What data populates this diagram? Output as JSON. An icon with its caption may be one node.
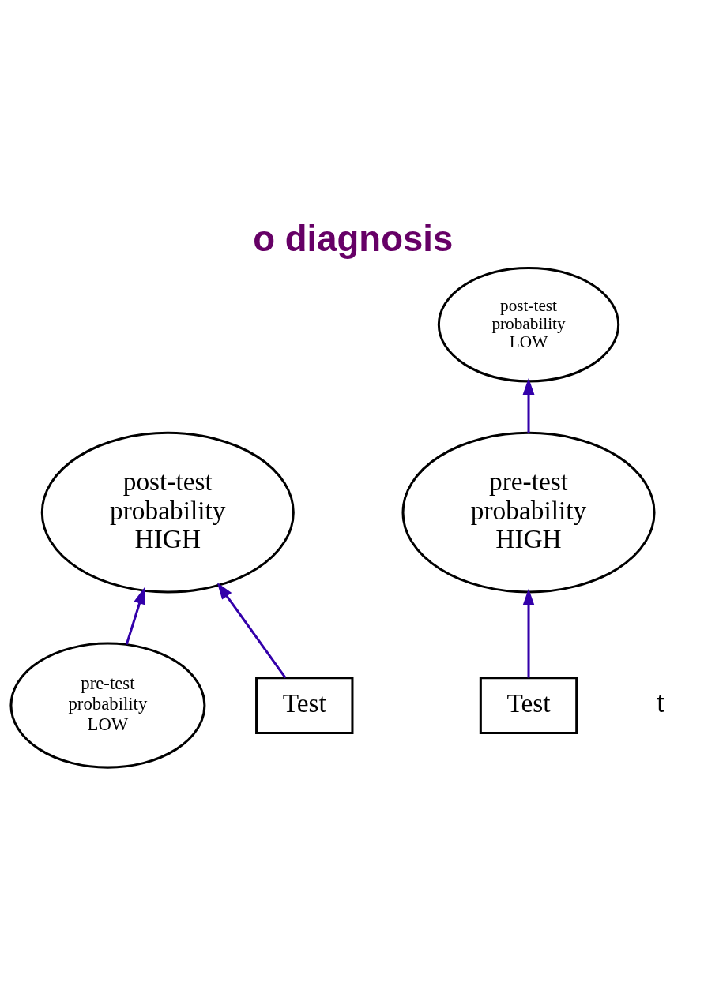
{
  "diagram": {
    "title": "o diagnosis",
    "nodes": [
      {
        "text": [
          "post-test probability HIGH"
        ]
      },
      {
        "text": [
          "pre-test probability LOW"
        ]
      },
      {
        "text": [
          "Test"
        ]
      },
      {
        "text": [
          "pre-test probability HIGH"
        ]
      },
      {
        "text": [
          "post-test probability LOW"
        ]
      },
      {
        "text": [
          "Test"
        ]
      }
    ],
    "edges": [
      {
        "from": 1,
        "to": 0,
        "arrow": "to"
      },
      {
        "from": 2,
        "to": 0,
        "arrow": "to"
      },
      {
        "from": 3,
        "to": 4,
        "arrow": "to"
      },
      {
        "from": 5,
        "to": 3,
        "arrow": "to"
      }
    ],
    "labels": [
      "t"
    ]
  }
}
